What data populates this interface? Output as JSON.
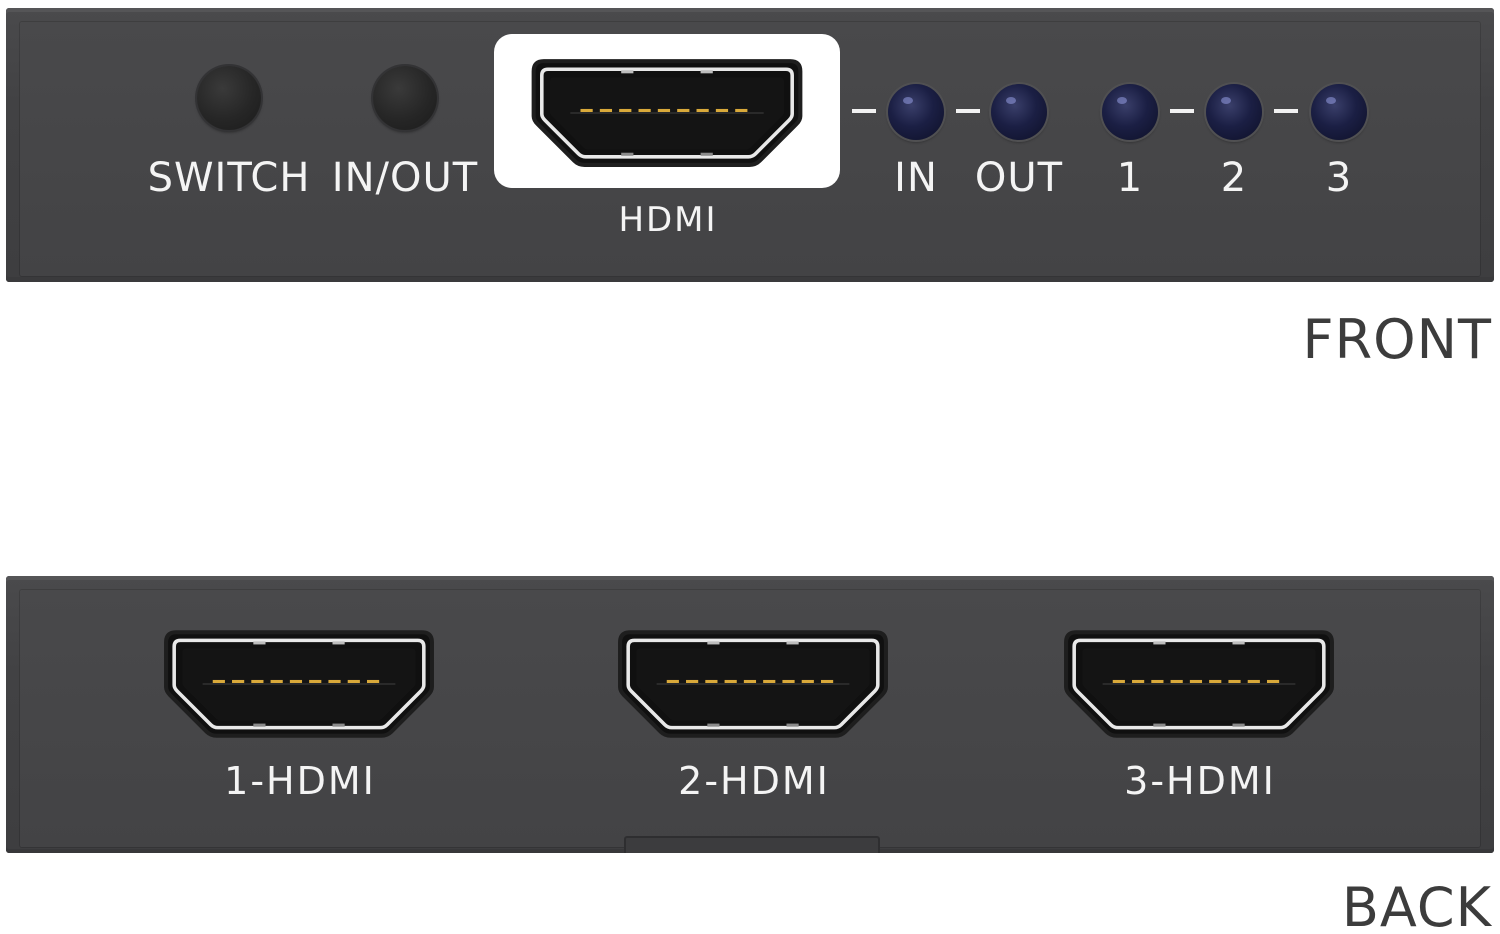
{
  "front": {
    "caption": "FRONT",
    "buttons": [
      {
        "label": "SWITCH"
      },
      {
        "label": "IN/OUT"
      }
    ],
    "port_label": "HDMI",
    "indicators": [
      {
        "label": "IN"
      },
      {
        "label": "OUT"
      },
      {
        "label": "1"
      },
      {
        "label": "2"
      },
      {
        "label": "3"
      }
    ]
  },
  "back": {
    "caption": "BACK",
    "ports": [
      {
        "label": "1-HDMI"
      },
      {
        "label": "2-HDMI"
      },
      {
        "label": "3-HDMI"
      }
    ]
  },
  "colors": {
    "panel": "#444446",
    "label": "#f4f4f4",
    "led": "#1b1f44",
    "port_pins": "#d9a93a"
  }
}
